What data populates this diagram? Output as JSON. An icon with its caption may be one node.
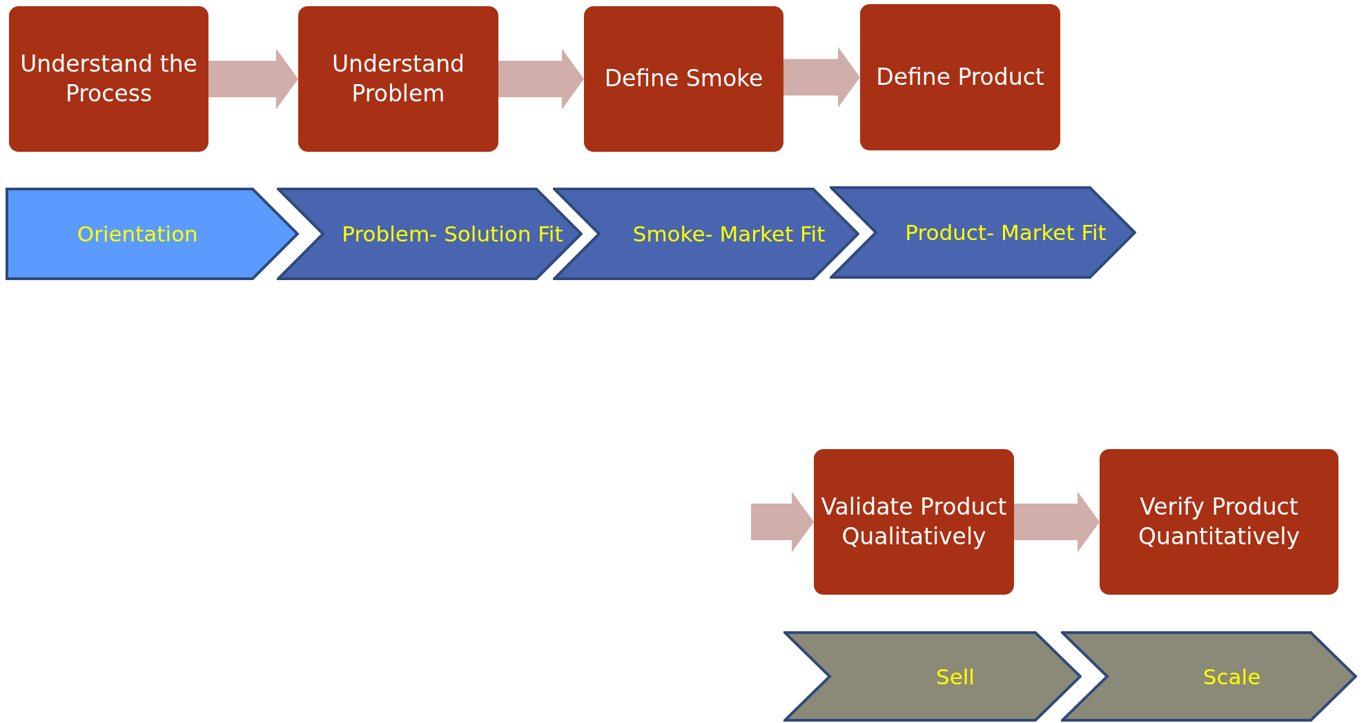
{
  "diagram": {
    "nodes": [
      {
        "text": [
          "Understand the Process"
        ]
      },
      {
        "text": [
          "Understand Problem"
        ]
      },
      {
        "text": [
          "Define Smoke"
        ]
      },
      {
        "text": [
          "Define Product"
        ]
      },
      {
        "text": [
          "Orientation"
        ]
      },
      {
        "text": [
          "Problem- Solution Fit"
        ]
      },
      {
        "text": [
          "Smoke- Market Fit"
        ]
      },
      {
        "text": [
          "Product- Market Fit"
        ]
      },
      {
        "text": [
          "Validate Product Qualitatively"
        ]
      },
      {
        "text": [
          "Verify Product Quantitatively"
        ]
      },
      {
        "text": [
          "Sell"
        ]
      },
      {
        "text": [
          "Scale"
        ]
      }
    ],
    "edges": [
      {
        "from": 0,
        "to": 1,
        "arrow": "to"
      },
      {
        "from": 1,
        "to": 2,
        "arrow": "to"
      },
      {
        "from": 2,
        "to": 3,
        "arrow": "to"
      },
      {
        "from": null,
        "to": 8,
        "arrow": "to"
      },
      {
        "from": 8,
        "to": 9,
        "arrow": "to"
      }
    ]
  }
}
